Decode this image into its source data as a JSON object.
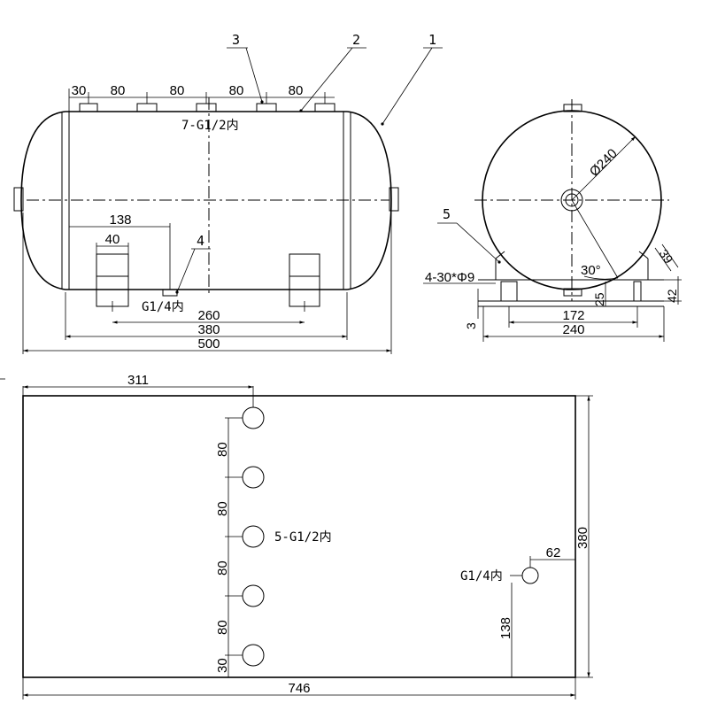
{
  "front_view": {
    "callouts": [
      "1",
      "2",
      "3",
      "4"
    ],
    "top_dims": [
      "30",
      "80",
      "80",
      "80",
      "80"
    ],
    "nozzle_note": "7-G1/2内",
    "dim_138": "138",
    "dim_40": "40",
    "drain_note": "G1/4内",
    "dim_260": "260",
    "dim_380": "380",
    "dim_500": "500"
  },
  "side_view": {
    "diameter": "Ø240",
    "callout_5": "5",
    "holes_note": "4-30*Φ9",
    "angle": "30°",
    "dim_39": "39",
    "dim_42": "42",
    "dim_25": "25",
    "dim_3": "3",
    "dim_172": "172",
    "dim_240": "240"
  },
  "plan_view": {
    "dim_311": "311",
    "spacings": [
      "80",
      "80",
      "80",
      "80",
      "30"
    ],
    "nozzle_note": "5-G1/2内",
    "drain_note": "G1/4内",
    "dim_62": "62",
    "dim_138": "138",
    "dim_380": "380",
    "dim_746": "746"
  }
}
